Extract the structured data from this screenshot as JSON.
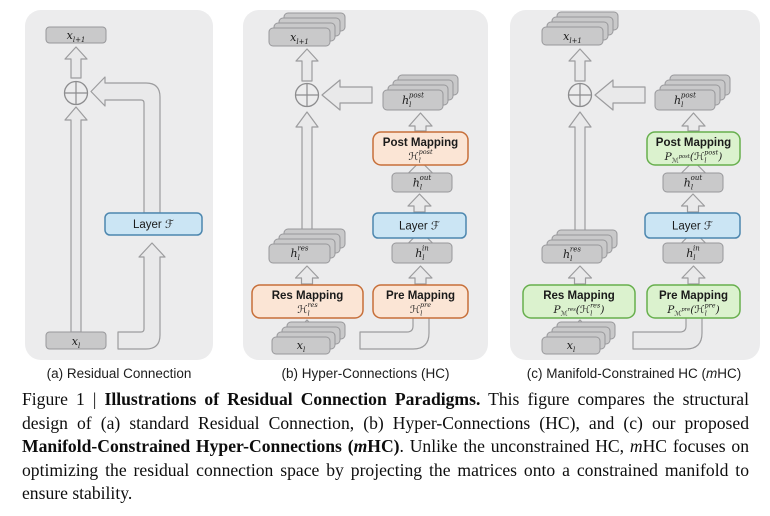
{
  "figure": {
    "panels": [
      {
        "caption": {
          "pre": "(a) Residual Connection",
          "m": "",
          "post": ""
        },
        "nodes": {
          "x_next": {
            "base": "x",
            "sub": "l+1"
          },
          "x_in": {
            "base": "x",
            "sub": "l"
          },
          "layer": {
            "pre": "Layer ",
            "f": "ℱ"
          }
        }
      },
      {
        "caption": {
          "pre": "(b) Hyper-Connections (HC)",
          "m": "",
          "post": ""
        },
        "nodes": {
          "x_next": {
            "base": "x",
            "sub": "l+1"
          },
          "x_in": {
            "base": "x",
            "sub": "l"
          },
          "h_res": {
            "base": "h",
            "sub": "l",
            "sup": "res"
          },
          "h_in": {
            "base": "h",
            "sub": "l",
            "sup": "in"
          },
          "h_out": {
            "base": "h",
            "sub": "l",
            "sup": "out"
          },
          "h_post": {
            "base": "h",
            "sub": "l",
            "sup": "post"
          },
          "layer": {
            "pre": "Layer ",
            "f": "ℱ"
          },
          "res_map": {
            "title": "Res Mapping",
            "math": {
              "h": "ℋ",
              "sub": "l",
              "sup": "res"
            }
          },
          "pre_map": {
            "title": "Pre Mapping",
            "math": {
              "h": "ℋ",
              "sub": "l",
              "sup": "pre"
            }
          },
          "post_map": {
            "title": "Post Mapping",
            "math": {
              "h": "ℋ",
              "sub": "l",
              "sup": "post"
            }
          }
        }
      },
      {
        "caption": {
          "pre": "(c) Manifold-Constrained HC (",
          "m": "m",
          "post": "HC)"
        },
        "nodes": {
          "x_next": {
            "base": "x",
            "sub": "l+1"
          },
          "x_in": {
            "base": "x",
            "sub": "l"
          },
          "h_res": {
            "base": "h",
            "sub": "l",
            "sup": "res"
          },
          "h_in": {
            "base": "h",
            "sub": "l",
            "sup": "in"
          },
          "h_out": {
            "base": "h",
            "sub": "l",
            "sup": "out"
          },
          "h_post": {
            "base": "h",
            "sub": "l",
            "sup": "post"
          },
          "layer": {
            "pre": "Layer ",
            "f": "ℱ"
          },
          "res_map": {
            "title": "Res Mapping",
            "math": {
              "p": "P",
              "m": "ℳ",
              "msup": "res",
              "open": "(",
              "h": "ℋ",
              "hsub": "l",
              "hsup": "res",
              "close": ")"
            }
          },
          "pre_map": {
            "title": "Pre Mapping",
            "math": {
              "p": "P",
              "m": "ℳ",
              "msup": "pre",
              "open": "(",
              "h": "ℋ",
              "hsub": "l",
              "hsup": "pre",
              "close": ")"
            }
          },
          "post_map": {
            "title": "Post Mapping",
            "math": {
              "p": "P",
              "m": "ℳ",
              "msup": "post",
              "open": "(",
              "h": "ℋ",
              "hsub": "l",
              "hsup": "post",
              "close": ")"
            }
          }
        }
      }
    ],
    "caption": {
      "seg1": "Figure 1 | ",
      "seg2": "Illustrations of Residual Connection Paradigms.",
      "seg3": " This figure compares the structural design of (a) standard Residual Connection, (b) Hyper-Connections (HC), and (c) our proposed ",
      "seg4": "Manifold-Constrained Hyper-Connections",
      "seg5": " (",
      "seg6": "m",
      "seg7": "HC)",
      "seg8": ". Unlike the unconstrained HC, ",
      "seg9": "m",
      "seg10": "HC focuses on optimizing the residual connection space by projecting the matrices onto a constrained manifold to ensure stability."
    },
    "colors": {
      "panel_bg": "#ECECED",
      "gray_box_fill": "#C9C9CA",
      "gray_box_border": "#98989B",
      "arrow_fill": "#E9E9EA",
      "arrow_border": "#9C9C9E",
      "blue_fill": "#CBE5F4",
      "blue_border": "#4D87AF",
      "orange_fill": "#FBE5D5",
      "orange_border": "#C76F39",
      "green_fill": "#DBF2CE",
      "green_border": "#67AF4D",
      "text": "#1A1A1A"
    }
  }
}
